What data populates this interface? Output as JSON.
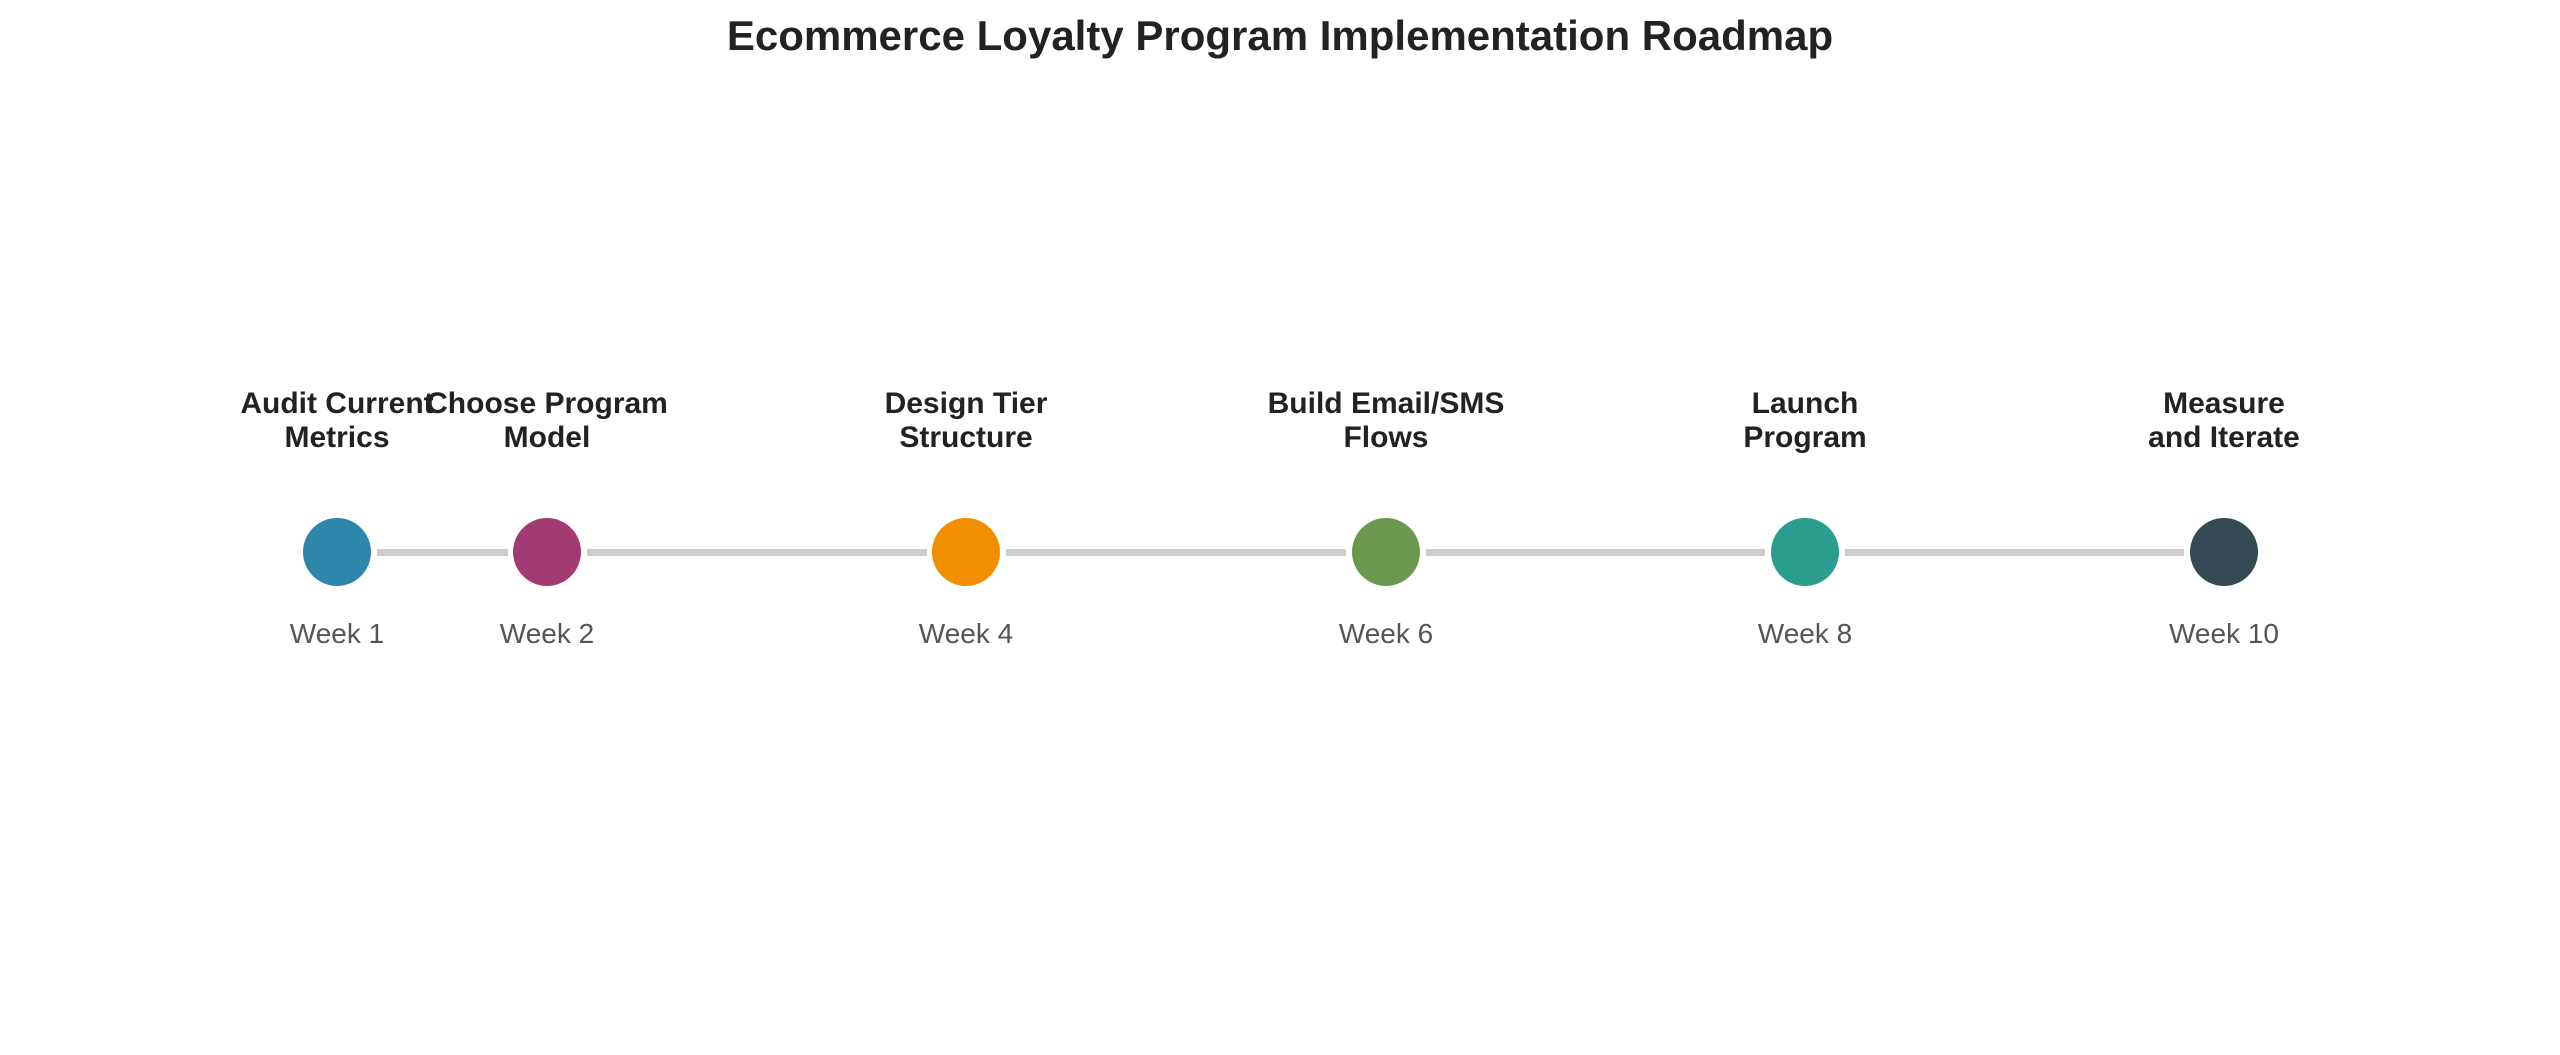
{
  "title": "Ecommerce Loyalty Program Implementation Roadmap",
  "milestones": [
    {
      "label": "Audit Current\nMetrics",
      "week": "Week 1",
      "color": "#2e86ab"
    },
    {
      "label": "Choose Program\nModel",
      "week": "Week 2",
      "color": "#a23b72"
    },
    {
      "label": "Design Tier\nStructure",
      "week": "Week 4",
      "color": "#f18f01"
    },
    {
      "label": "Build Email/SMS\nFlows",
      "week": "Week 6",
      "color": "#6a994e"
    },
    {
      "label": "Launch\nProgram",
      "week": "Week 8",
      "color": "#2a9d8f"
    },
    {
      "label": "Measure\nand Iterate",
      "week": "Week 10",
      "color": "#344a52"
    }
  ],
  "connector_color": "#cccccc"
}
